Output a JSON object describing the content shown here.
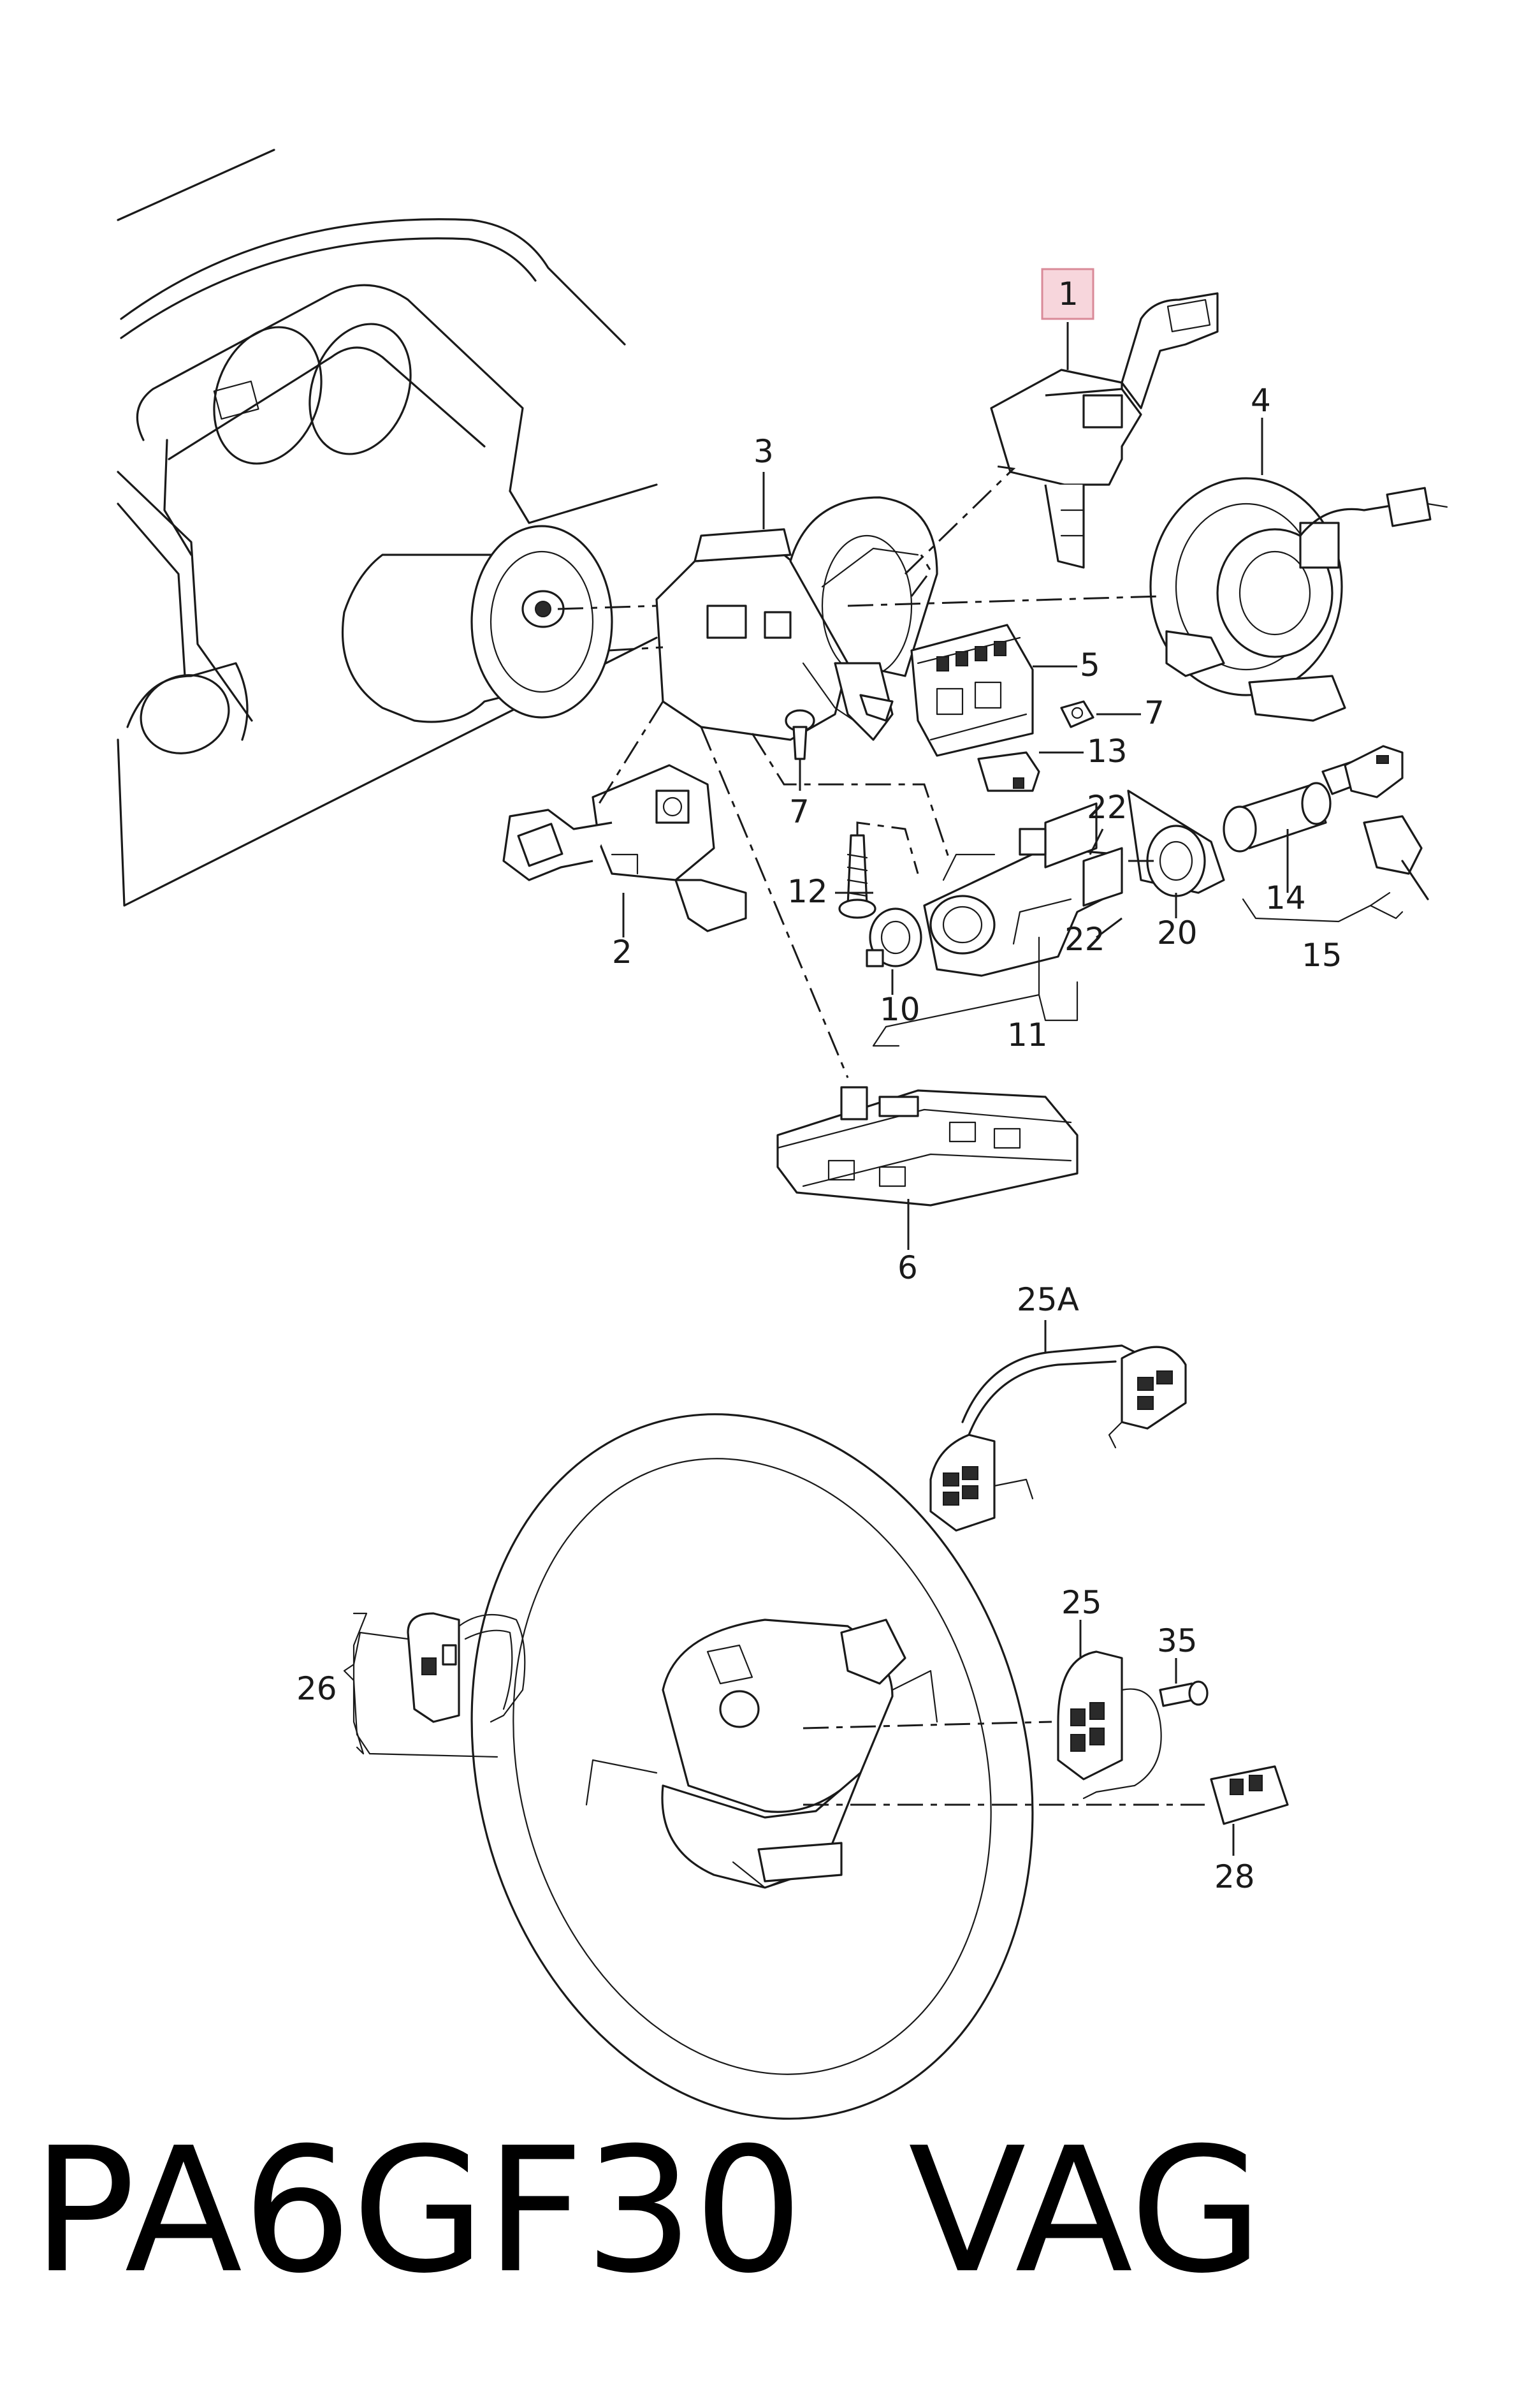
{
  "labels": {
    "p1": "1",
    "p2": "2",
    "p3": "3",
    "p4": "4",
    "p5": "5",
    "p6": "6",
    "p7a": "7",
    "p7b": "7",
    "p10": "10",
    "p11": "11",
    "p12": "12",
    "p13": "13",
    "p14": "14",
    "p15": "15",
    "p20": "20",
    "p22a": "22",
    "p22b": "22",
    "p25": "25",
    "p25a": "25A",
    "p26": "26",
    "p28": "28",
    "p35": "35"
  },
  "caption": {
    "part_code": "PA6GF30",
    "brand": "VAG"
  },
  "colors": {
    "line": "#1a1a1a",
    "highlight_fill": "#f7d6dc",
    "highlight_stroke": "#d98a98"
  }
}
